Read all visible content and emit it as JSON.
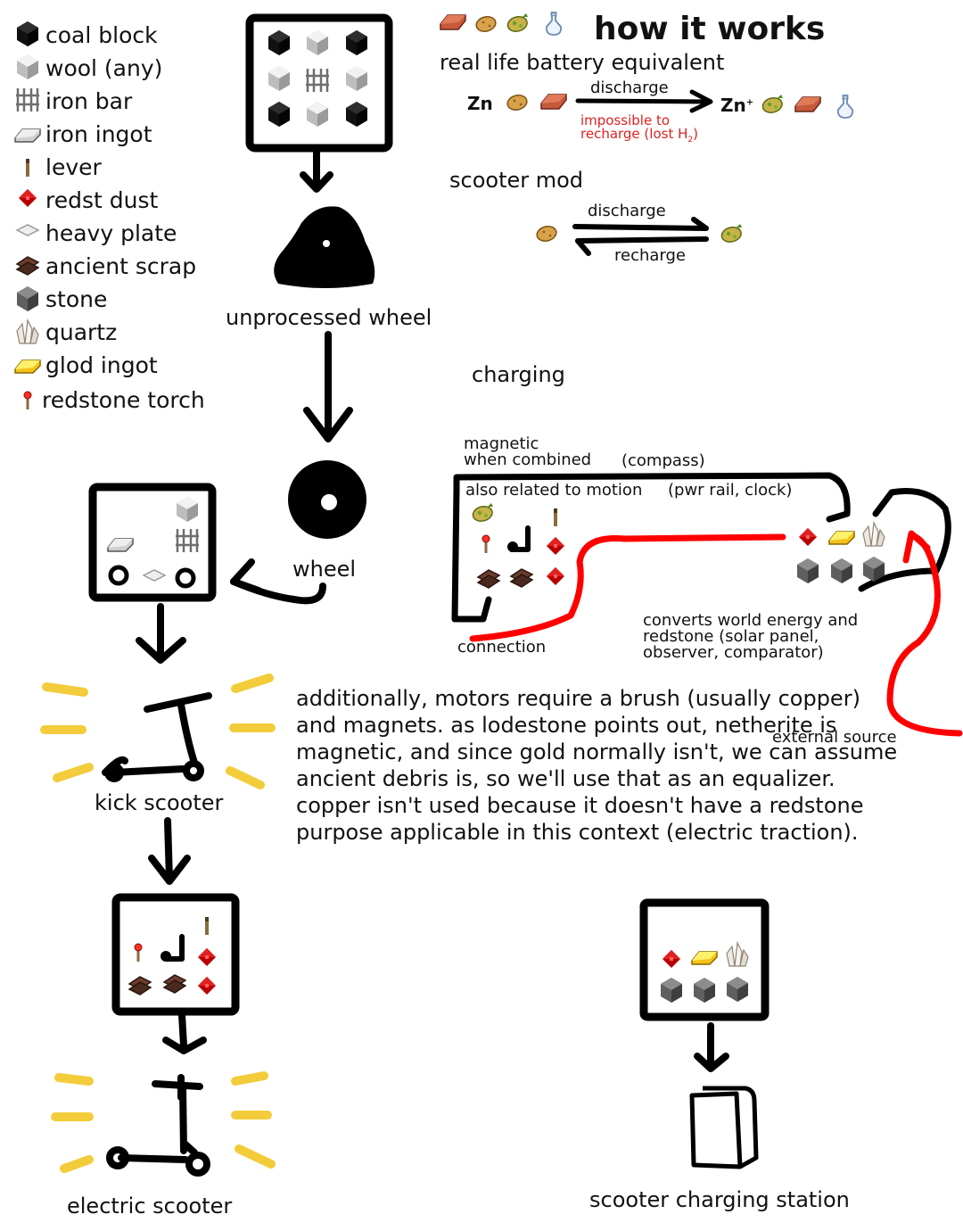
{
  "legend": [
    {
      "icon": "coal-block-icon",
      "label": "coal block"
    },
    {
      "icon": "wool-icon",
      "label": "wool (any)"
    },
    {
      "icon": "iron-bar-icon",
      "label": "iron bar"
    },
    {
      "icon": "iron-ingot-icon",
      "label": "iron ingot"
    },
    {
      "icon": "lever-icon",
      "label": "lever"
    },
    {
      "icon": "redstone-dust-icon",
      "label": "redst dust"
    },
    {
      "icon": "heavy-plate-icon",
      "label": "heavy plate"
    },
    {
      "icon": "ancient-scrap-icon",
      "label": "ancient scrap"
    },
    {
      "icon": "stone-icon",
      "label": "stone"
    },
    {
      "icon": "quartz-icon",
      "label": "quartz"
    },
    {
      "icon": "gold-ingot-icon",
      "label": "glod ingot"
    },
    {
      "icon": "redstone-torch-icon",
      "label": "redstone torch"
    }
  ],
  "flow": {
    "unprocessed_wheel": "unprocessed wheel",
    "wheel": "wheel",
    "kick_scooter": "kick scooter",
    "electric_scooter": "electric scooter",
    "charging_station": "scooter charging station"
  },
  "explain": {
    "title": "how it works",
    "battery_heading": "real life battery equivalent",
    "zn": "Zn",
    "zn_plus": "Zn",
    "zn_plus_sup": "+",
    "discharge": "discharge",
    "impossible_line1": "impossible to",
    "impossible_line2": "recharge (lost H",
    "impossible_sub": "2",
    "impossible_end": ")",
    "scooter_mod": "scooter mod",
    "mod_discharge": "discharge",
    "mod_recharge": "recharge",
    "charging": "charging",
    "magnetic1": "magnetic",
    "magnetic2": "when combined",
    "compass": "(compass)",
    "motion": "also related to motion",
    "motion_examples": "(pwr rail, clock)",
    "connection": "connection",
    "converts1": "converts world energy and",
    "converts2": "redstone (solar panel,",
    "converts3": "observer, comparator)",
    "external": "external source",
    "paragraph": "additionally, motors require a brush (usually copper) and magnets. as lodestone points out, netherite is magnetic, and since gold normally isn't, we can assume ancient debris is, so we'll use that as an equalizer. copper isn't used because it doesn't have a redstone purpose applicable in this context (electric traction)."
  },
  "colors": {
    "ink": "#000000",
    "red_note": "#e02020",
    "red_line": "#ff0000",
    "yellow_lines": "#f2cc3a"
  }
}
